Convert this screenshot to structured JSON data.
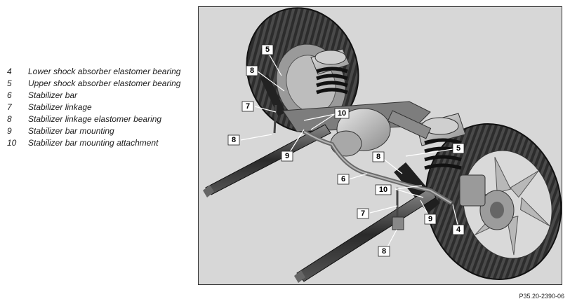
{
  "legend": [
    {
      "num": "4",
      "text": "Lower shock absorber elastomer bearing"
    },
    {
      "num": "5",
      "text": "Upper shock absorber elastomer bearing"
    },
    {
      "num": "6",
      "text": "Stabilizer bar"
    },
    {
      "num": "7",
      "text": "Stabilizer linkage"
    },
    {
      "num": "8",
      "text": "Stabilizer linkage elastomer bearing"
    },
    {
      "num": "9",
      "text": "Stabilizer bar mounting"
    },
    {
      "num": "10",
      "text": "Stabilizer bar mounting attachment"
    }
  ],
  "callouts": {
    "c5a": "5",
    "c8a": "8",
    "c7a": "7",
    "c10a": "10",
    "c8b": "8",
    "c9a": "9",
    "c6": "6",
    "c8c": "8",
    "c5b": "5",
    "c10b": "10",
    "c7b": "7",
    "c9b": "9",
    "c4": "4",
    "c8d": "8"
  },
  "figure_code": "P35.20-2390-06"
}
